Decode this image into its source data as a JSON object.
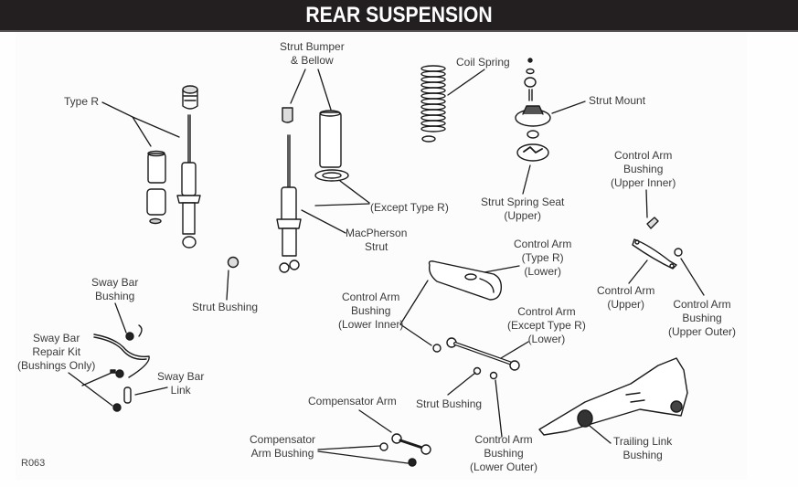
{
  "header": {
    "title": "REAR SUSPENSION"
  },
  "figure_code": "R063",
  "labels": {
    "type_r": "Type R",
    "strut_bumper_bellow": "Strut Bumper\n& Bellow",
    "coil_spring": "Coil Spring",
    "strut_mount": "Strut Mount",
    "except_type_r": "(Except Type R)",
    "macpherson_strut": "MacPherson\nStrut",
    "strut_spring_seat": "Strut Spring Seat\n(Upper)",
    "control_arm_bushing_upper_inner": "Control Arm\nBushing\n(Upper Inner)",
    "control_arm_upper": "Control Arm\n(Upper)",
    "control_arm_bushing_upper_outer": "Control Arm\nBushing\n(Upper Outer)",
    "control_arm_type_r_lower": "Control Arm\n(Type R)\n(Lower)",
    "control_arm_bushing_lower_inner": "Control Arm\nBushing\n(Lower Inner)",
    "control_arm_except_type_r_lower": "Control Arm\n(Except Type R)\n(Lower)",
    "strut_bushing_left": "Strut Bushing",
    "sway_bar_bushing": "Sway Bar\nBushing",
    "sway_bar_repair_kit": "Sway Bar\nRepair Kit\n(Bushings Only)",
    "sway_bar_link": "Sway Bar\nLink",
    "compensator_arm": "Compensator Arm",
    "compensator_arm_bushing": "Compensator\nArm Bushing",
    "strut_bushing_lower": "Strut Bushing",
    "control_arm_bushing_lower_outer": "Control Arm\nBushing\n(Lower Outer)",
    "trailing_link_bushing": "Trailing Link\nBushing"
  }
}
